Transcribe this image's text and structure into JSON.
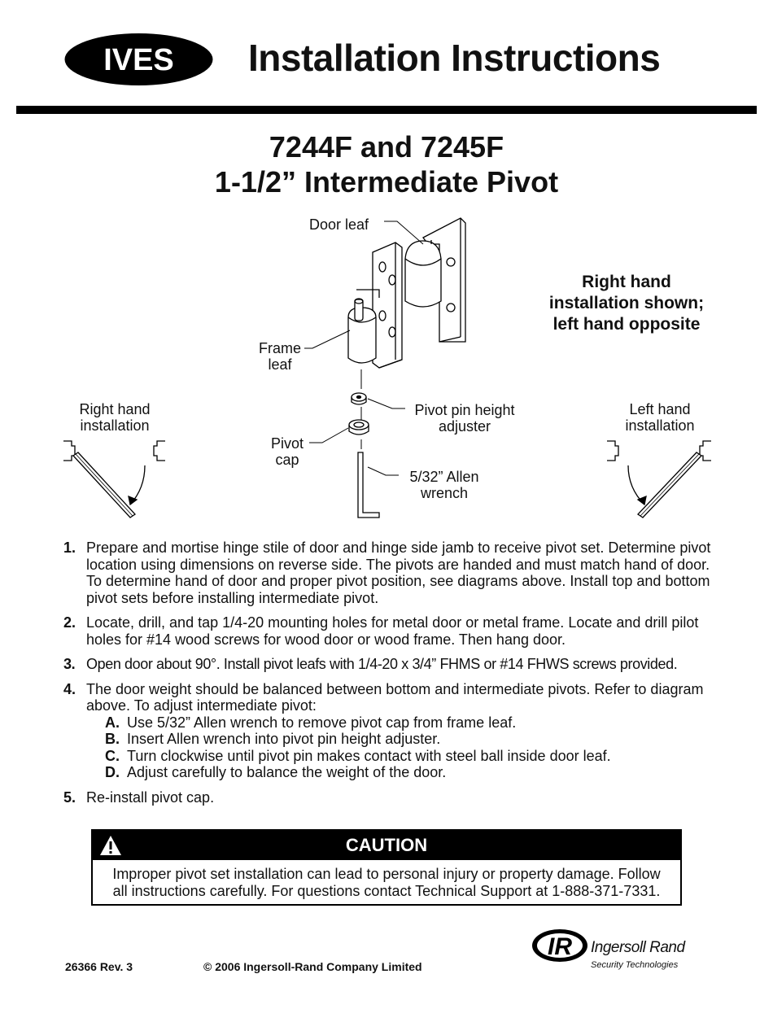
{
  "header": {
    "logo_text": "IVES",
    "title": "Installation Instructions"
  },
  "product": {
    "models": "7244F and 7245F",
    "name": "1-1/2” Intermediate Pivot"
  },
  "figure": {
    "door_leaf": "Door leaf",
    "frame_leaf_1": "Frame",
    "frame_leaf_2": "leaf",
    "pivot_adjuster_1": "Pivot pin height",
    "pivot_adjuster_2": "adjuster",
    "pivot_cap_1": "Pivot",
    "pivot_cap_2": "cap",
    "wrench_1": "5/32” Allen",
    "wrench_2": "wrench",
    "right_hand_1": "Right hand",
    "right_hand_2": "installation",
    "left_hand_1": "Left hand",
    "left_hand_2": "installation",
    "note_1": "Right hand",
    "note_2": "installation shown;",
    "note_3": "left hand opposite"
  },
  "steps": [
    {
      "num": "1.",
      "text": "Prepare and mortise hinge stile of door and hinge side jamb to receive pivot set. Determine pivot location using dimensions on reverse side. The pivots are handed and must match hand of door. To determine hand of door and proper pivot position, see diagrams above. Install top and bottom pivot sets before installing intermediate pivot."
    },
    {
      "num": "2.",
      "text": "Locate, drill, and tap 1/4-20 mounting holes for metal door or metal frame. Locate and drill pilot holes for #14 wood screws for wood door or wood frame. Then hang door."
    },
    {
      "num": "3.",
      "text": "Open door about 90°. Install pivot leafs with 1/4-20 x 3/4” FHMS or #14 FHWS screws provided."
    },
    {
      "num": "4.",
      "text": "The door weight should be balanced between bottom and intermediate pivots. Refer to diagram above. To adjust intermediate pivot:",
      "subs": [
        {
          "letter": "A.",
          "text": "Use 5/32” Allen wrench to remove pivot cap from frame leaf."
        },
        {
          "letter": "B.",
          "text": "Insert Allen wrench into pivot pin height adjuster."
        },
        {
          "letter": "C.",
          "text": "Turn clockwise until pivot pin makes contact with steel ball inside door leaf."
        },
        {
          "letter": "D.",
          "text": "Adjust carefully to balance the weight of the door."
        }
      ]
    },
    {
      "num": "5.",
      "text": "Re-install pivot cap."
    }
  ],
  "caution": {
    "title": "CAUTION",
    "line_1": "Improper pivot set installation can lead to personal injury or property damage. Follow",
    "line_2": "all instructions carefully. For questions contact Technical Support at 1-888-371-7331."
  },
  "footer": {
    "doc_number": "26366 Rev. 3",
    "copyright": "© 2006 Ingersoll-Rand Company Limited",
    "brand_logo_text": "IR",
    "brand_name": "Ingersoll Rand",
    "brand_sub": "Security Technologies"
  }
}
